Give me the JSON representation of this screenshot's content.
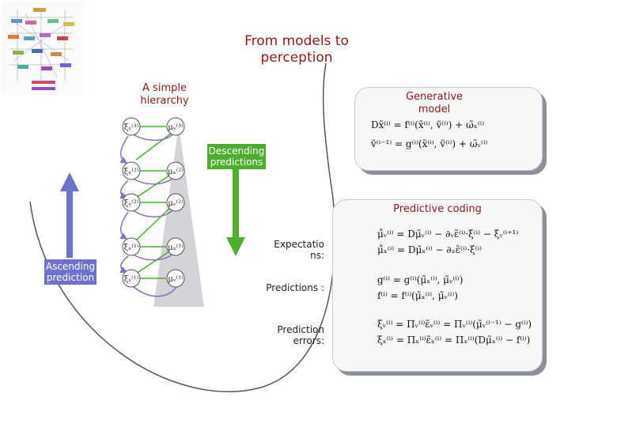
{
  "title": "From models to perception",
  "hierarchy_label": "A simple hierarchy",
  "generative": {
    "label": "Generative model",
    "eq1": "Dx̃⁽ⁱ⁾ = f⁽ⁱ⁾(x̃⁽ⁱ⁾, ṽ⁽ⁱ⁾) + ω̃ₓ⁽ⁱ⁾",
    "eq2": "ṽ⁽ⁱ⁻¹⁾ = g⁽ⁱ⁾(x̃⁽ⁱ⁾, ṽ⁽ⁱ⁾) + ω̃ᵥ⁽ⁱ⁾"
  },
  "descending_label": "Descending predictions",
  "ascending_label": "Ascending prediction",
  "predictive": {
    "label": "Predictive coding",
    "expectations_label": "Expectatio ns:",
    "expectations_eq1": "μ̃̇ᵥ⁽ⁱ⁾ = Dμ̃ᵥ⁽ⁱ⁾ − ∂ᵥε̃⁽ⁱ⁾·ξ⁽ⁱ⁾ − ξᵥ⁽ⁱ⁺¹⁾",
    "expectations_eq2": "μ̃̇ₓ⁽ⁱ⁾ = Dμ̃ₓ⁽ⁱ⁾ − ∂ₓε̃⁽ⁱ⁾·ξ⁽ⁱ⁾",
    "predictions_label": "Predictions :",
    "predictions_eq1": "g⁽ⁱ⁾ = g⁽ⁱ⁾(μ̃ₓ⁽ⁱ⁾, μ̃ᵥ⁽ⁱ⁾)",
    "predictions_eq2": "f⁽ⁱ⁾ = f⁽ⁱ⁾(μ̃ₓ⁽ⁱ⁾, μ̃ᵥ⁽ⁱ⁾)",
    "errors_label": "Prediction errors:",
    "errors_eq1": "ξᵥ⁽ⁱ⁾ = Πᵥ⁽ⁱ⁾ε̃ᵥ⁽ⁱ⁾ = Πᵥ⁽ⁱ⁾(μ̃ᵥ⁽ⁱ⁻¹⁾ − g⁽ⁱ⁾)",
    "errors_eq2": "ξₓ⁽ⁱ⁾ = Πₓ⁽ⁱ⁾ε̃ₓ⁽ⁱ⁾ = Πₓ⁽ⁱ⁾(Dμ̃ₓ⁽ⁱ⁾ − f⁽ⁱ⁾)"
  },
  "nodes": {
    "left": [
      "ξᵥ⁽³⁾",
      "ξₓ⁽²⁾",
      "ξᵥ⁽²⁾",
      "ξₓ⁽¹⁾",
      "ξᵥ⁽¹⁾"
    ],
    "right": [
      "μᵥ⁽³⁾",
      "μₓ⁽²⁾",
      "μᵥ⁽²⁾",
      "μₓ⁽¹⁾",
      "μᵥ⁽¹⁾"
    ]
  },
  "colors": {
    "title": "#8b1a1a",
    "green": "#4cae2c",
    "blue": "#6f72c9",
    "purple": "#8a6fc0",
    "panel_bg": "#f7f7f8",
    "panel_shadow": "#8e8e9a"
  }
}
